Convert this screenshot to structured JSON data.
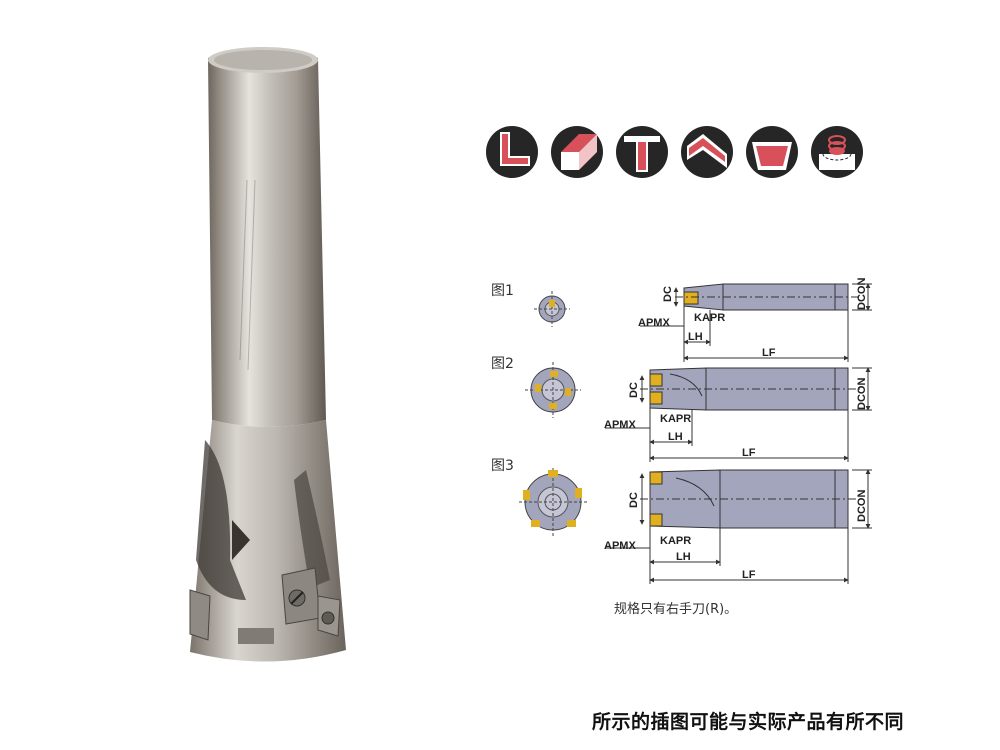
{
  "operation_icons": [
    {
      "name": "shoulder-milling-icon"
    },
    {
      "name": "face-milling-icon"
    },
    {
      "name": "slotting-icon"
    },
    {
      "name": "ramping-icon"
    },
    {
      "name": "pocketing-icon"
    },
    {
      "name": "helical-interpolation-icon"
    }
  ],
  "figures": [
    {
      "label": "图1"
    },
    {
      "label": "图2"
    },
    {
      "label": "图3"
    }
  ],
  "dimension_labels": {
    "dc": "DC",
    "dcon": "DCON",
    "apmx": "APMX",
    "kapr": "KAPR",
    "lh": "LH",
    "lf": "LF"
  },
  "note": "规格只有右手刀(R)。",
  "disclaimer": "所示的插图可能与实际产品有所不同",
  "colors": {
    "icon_dark": "#262626",
    "accent_red": "#d8505a",
    "body_gray": "#a3a5bd",
    "insert_gold": "#e0b020"
  }
}
